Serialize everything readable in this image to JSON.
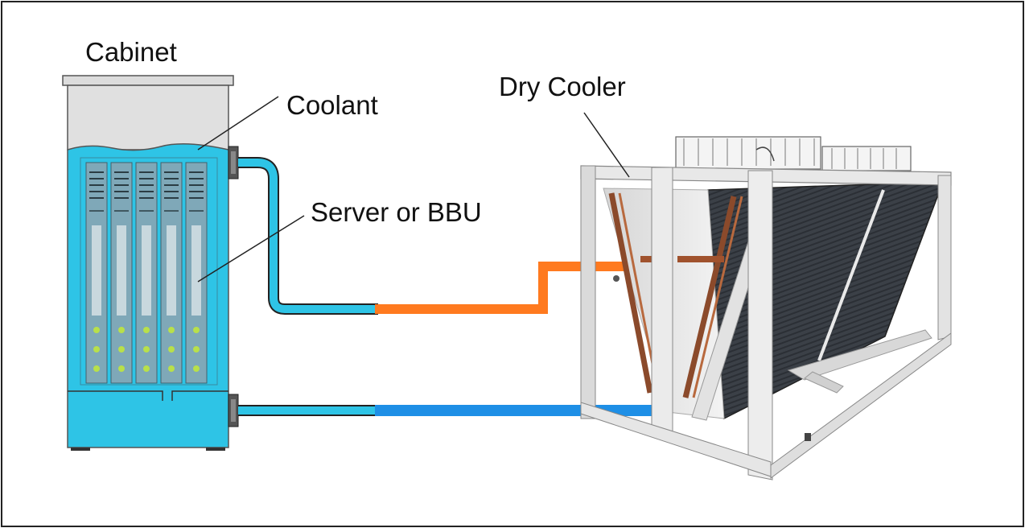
{
  "labels": {
    "cabinet": "Cabinet",
    "coolant": "Coolant",
    "server": "Server or BBU",
    "dry_cooler": "Dry Cooler"
  },
  "colors": {
    "coolant_fill": "#2ec4e6",
    "hot_pipe": "#ff7a1f",
    "cold_pipe": "#1e8fe6",
    "frame": "#e8e8e8",
    "coil": "#3a3f47",
    "copper": "#a0522d"
  }
}
